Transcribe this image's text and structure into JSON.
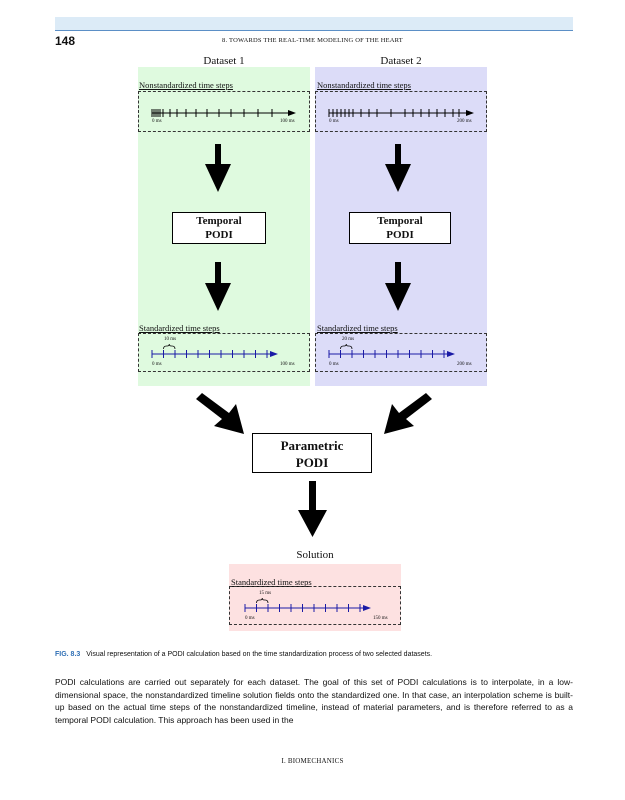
{
  "header": {
    "page_number": "148",
    "running_head": "8. TOWARDS THE REAL-TIME MODELING OF THE HEART"
  },
  "figure": {
    "dataset1": {
      "title": "Dataset 1",
      "nonstd_label": "Nonstandardized time steps",
      "nonstd_start": "0 ms",
      "nonstd_end": "100 ms",
      "temporal_line1": "Temporal",
      "temporal_line2": "PODI",
      "std_label": "Standardized time steps",
      "std_step": "10 ms",
      "std_start": "0 ms",
      "std_end": "100 ms"
    },
    "dataset2": {
      "title": "Dataset 2",
      "nonstd_label": "Nonstandardized time steps",
      "nonstd_start": "0 ms",
      "nonstd_end": "200 ms",
      "temporal_line1": "Temporal",
      "temporal_line2": "PODI",
      "std_label": "Standardized time steps",
      "std_step": "20 ms",
      "std_start": "0 ms",
      "std_end": "200 ms"
    },
    "parametric": {
      "line1": "Parametric",
      "line2": "PODI"
    },
    "solution": {
      "title": "Solution",
      "std_label": "Standardized time steps",
      "std_step": "15 ms",
      "std_start": "0 ms",
      "std_end": "150 ms"
    },
    "colors": {
      "panel1": "#dffadf",
      "panel2": "#dcdcf8",
      "panel3": "#fde1e1",
      "std_axis": "#1a1aa6"
    },
    "caption_label": "FIG. 8.3",
    "caption_text": "Visual representation of a PODI calculation based on the time standardization process of two selected datasets."
  },
  "body_text": "PODI calculations are carried out separately for each dataset. The goal of this set of PODI calculations is to interpolate, in a low-dimensional space, the nonstandardized timeline solution fields onto the standardized one. In that case, an interpolation scheme is built-up based on the actual time steps of the nonstandardized timeline, instead of material parameters, and is therefore referred to as a temporal PODI calculation. This approach has been used in the",
  "footer": "I. BIOMECHANICS"
}
